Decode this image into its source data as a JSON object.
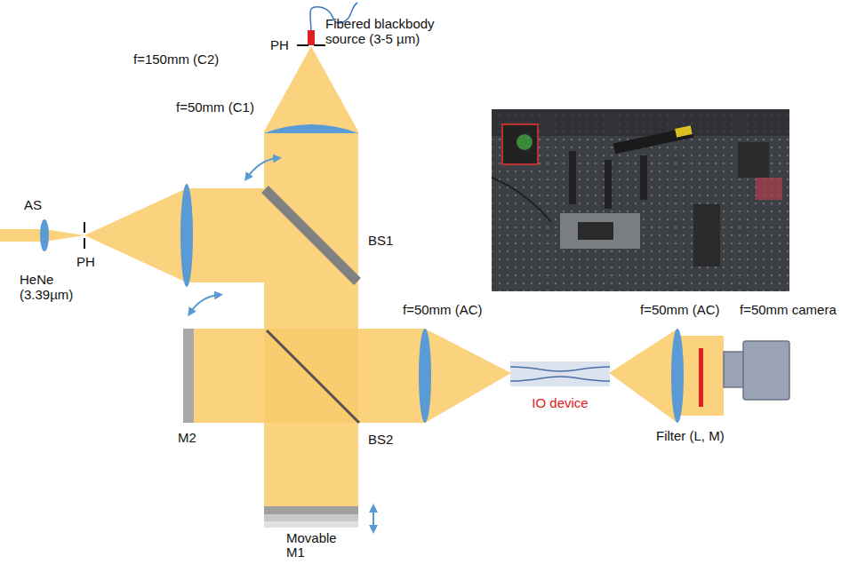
{
  "diagram": {
    "nodes": [
      {
        "text": [
          "IO device"
        ]
      },
      {
        "text": [
          "f=50mm camera"
        ]
      }
    ],
    "labels": [
      "Fibered blackbody source (3-5 µm)",
      "PH",
      "f=50mm (C1)",
      "f=150mm (C2)",
      "BS1",
      "AS",
      "PH",
      "HeNe (3.39µm)",
      "M2",
      "BS2",
      "f=50mm (AC)",
      "f=50mm (AC)",
      "Filter (L, M)",
      "Movable M1"
    ]
  }
}
